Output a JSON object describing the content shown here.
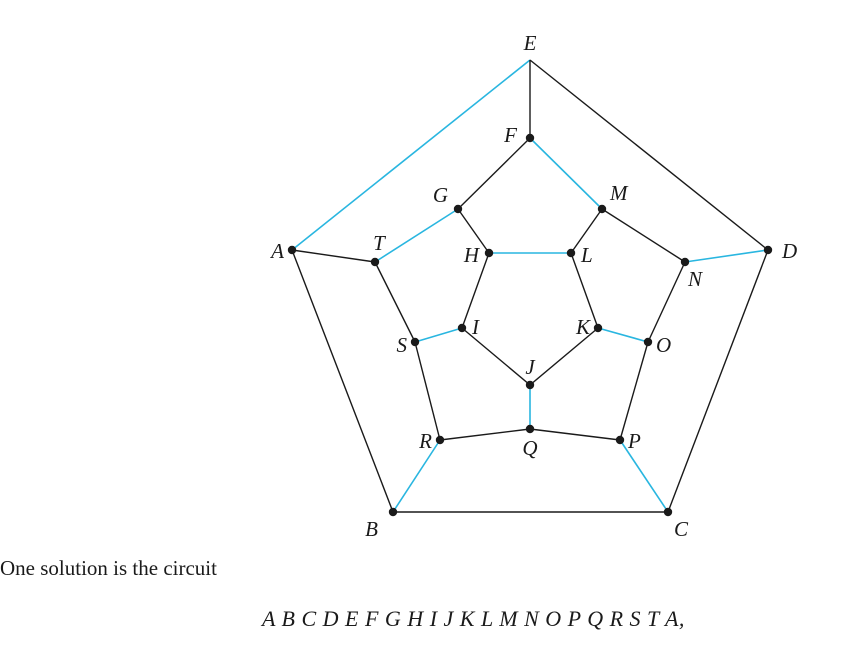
{
  "graph": {
    "vertices": [
      "A",
      "B",
      "C",
      "D",
      "E",
      "F",
      "G",
      "H",
      "I",
      "J",
      "K",
      "L",
      "M",
      "N",
      "O",
      "P",
      "Q",
      "R",
      "S",
      "T"
    ],
    "edges": [
      {
        "from": "A",
        "to": "B",
        "highlight": false
      },
      {
        "from": "B",
        "to": "C",
        "highlight": false
      },
      {
        "from": "C",
        "to": "D",
        "highlight": false
      },
      {
        "from": "D",
        "to": "E",
        "highlight": false
      },
      {
        "from": "E",
        "to": "A",
        "highlight": true
      },
      {
        "from": "E",
        "to": "F",
        "highlight": false
      },
      {
        "from": "A",
        "to": "T",
        "highlight": false
      },
      {
        "from": "D",
        "to": "N",
        "highlight": true
      },
      {
        "from": "B",
        "to": "R",
        "highlight": true
      },
      {
        "from": "C",
        "to": "P",
        "highlight": true
      },
      {
        "from": "F",
        "to": "G",
        "highlight": false
      },
      {
        "from": "F",
        "to": "M",
        "highlight": true
      },
      {
        "from": "G",
        "to": "T",
        "highlight": true
      },
      {
        "from": "T",
        "to": "S",
        "highlight": false
      },
      {
        "from": "S",
        "to": "R",
        "highlight": false
      },
      {
        "from": "R",
        "to": "Q",
        "highlight": false
      },
      {
        "from": "Q",
        "to": "P",
        "highlight": false
      },
      {
        "from": "P",
        "to": "O",
        "highlight": false
      },
      {
        "from": "O",
        "to": "N",
        "highlight": false
      },
      {
        "from": "N",
        "to": "M",
        "highlight": false
      },
      {
        "from": "G",
        "to": "H",
        "highlight": false
      },
      {
        "from": "S",
        "to": "I",
        "highlight": true
      },
      {
        "from": "Q",
        "to": "J",
        "highlight": true
      },
      {
        "from": "O",
        "to": "K",
        "highlight": true
      },
      {
        "from": "M",
        "to": "L",
        "highlight": false
      },
      {
        "from": "H",
        "to": "L",
        "highlight": true
      },
      {
        "from": "L",
        "to": "K",
        "highlight": false
      },
      {
        "from": "K",
        "to": "J",
        "highlight": false
      },
      {
        "from": "J",
        "to": "I",
        "highlight": false
      },
      {
        "from": "I",
        "to": "H",
        "highlight": false
      }
    ],
    "colors": {
      "edge": "#1a1a1a",
      "highlight": "#29b6e0"
    }
  },
  "text": {
    "caption": "One solution is the circuit",
    "circuit": "A B C D E F G H I J K L M N O P Q R S T A,"
  }
}
